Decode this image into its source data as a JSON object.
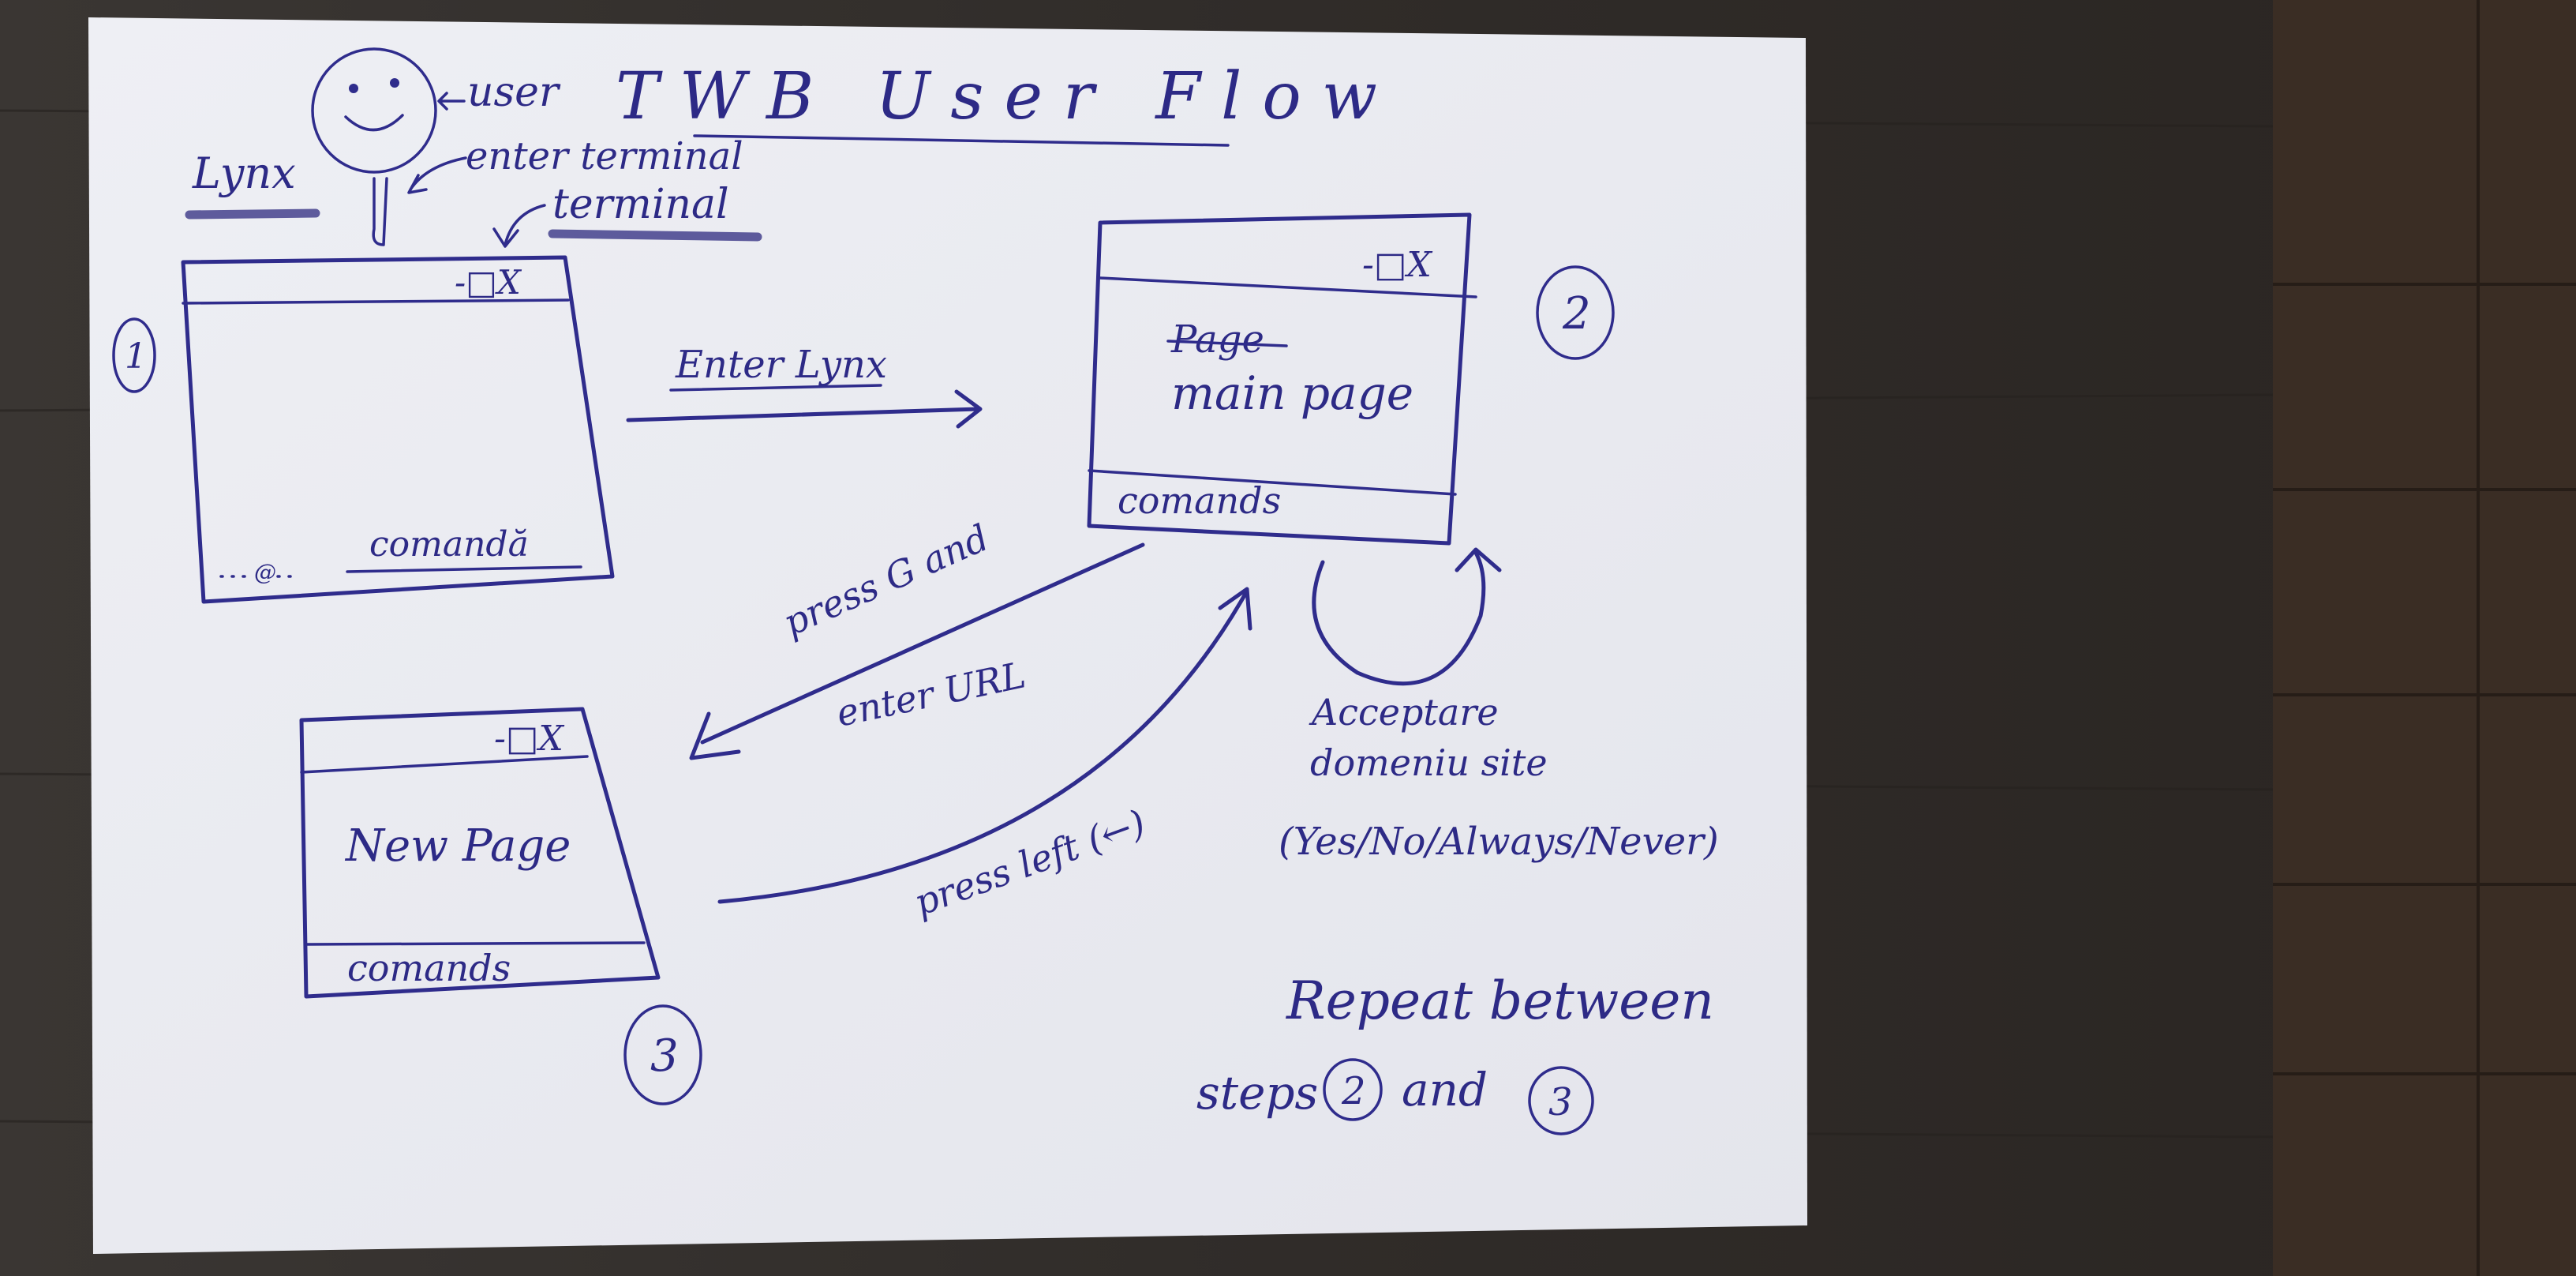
{
  "diagram": {
    "title": "TWB User Flow",
    "user_label": "user",
    "enter_terminal_label": "enter terminal",
    "terminal_label": "terminal",
    "lynx_label": "Lynx",
    "step1": {
      "number": "1",
      "window_controls": "-□X",
      "command_label": "comandă",
      "prompt_symbol": "@"
    },
    "step2": {
      "number": "2",
      "window_controls": "-□X",
      "struck_text": "Page",
      "content": "main page",
      "command_label": "comands"
    },
    "step3": {
      "number": "3",
      "window_controls": "-□X",
      "content": "New Page",
      "command_label": "comands"
    },
    "arrow_1_to_2": "Enter Lynx",
    "arrow_2_to_3_line1": "press G and",
    "arrow_2_to_3_line2": "enter URL",
    "arrow_3_to_2": "press left (←)",
    "loop_line1": "Acceptare",
    "loop_line2": "domeniu site",
    "loop_options": "(Yes/No/Always/Never)",
    "repeat_line1": "Repeat between",
    "repeat_steps_prefix": "steps",
    "repeat_step_a": "2",
    "repeat_and": "and",
    "repeat_step_b": "3"
  },
  "colors": {
    "ink": "#2f2c8c",
    "paper": "#edeef3",
    "table": "#33302d"
  }
}
